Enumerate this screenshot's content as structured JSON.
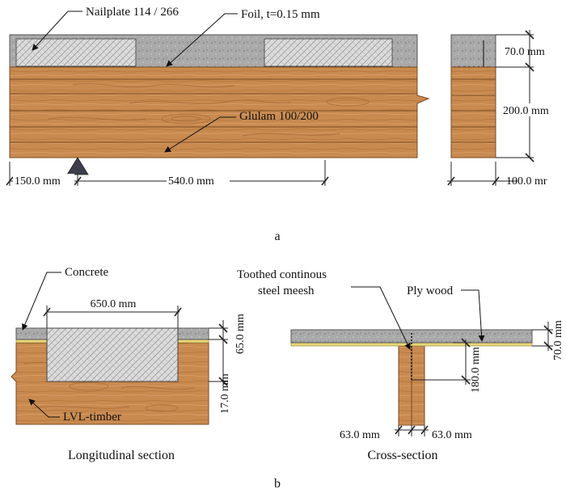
{
  "part_a": {
    "caption": "a",
    "labels": {
      "nailplate": "Nailplate 114 / 266",
      "foil": "Foil, t=0.15 mm",
      "glulam": "Glulam 100/200"
    },
    "dims": {
      "left_span": "150.0 mm",
      "main_span": "540.0 mm",
      "concrete_thickness": "70.0 mm",
      "beam_height": "200.0 mm",
      "beam_width": "100.0 mr"
    }
  },
  "part_b": {
    "caption": "b",
    "longitudinal": {
      "title": "Longitudinal section",
      "labels": {
        "concrete": "Concrete",
        "lvl": "LVL-timber"
      },
      "dims": {
        "notch_length": "650.0 mm",
        "slab_thickness": "65.0 mm",
        "notch_depth": "17.0 mm"
      }
    },
    "cross": {
      "title": "Cross-section",
      "labels": {
        "mesh_line1": "Toothed  continous",
        "mesh_line2": "steel meesh",
        "plywood": "Ply wood"
      },
      "dims": {
        "slab_thickness": "70.0 mm",
        "mesh_depth": "180.0 mm",
        "left_half": "63.0 mm",
        "right_half": "63.0 mm"
      }
    }
  },
  "colors": {
    "concrete": "#a9a9a9",
    "timber": "#c98a50",
    "timber_dark": "#a86a36",
    "nailplate": "#d9d9d9",
    "plywood": "#e8d77a",
    "support": "#3a3f4a"
  }
}
